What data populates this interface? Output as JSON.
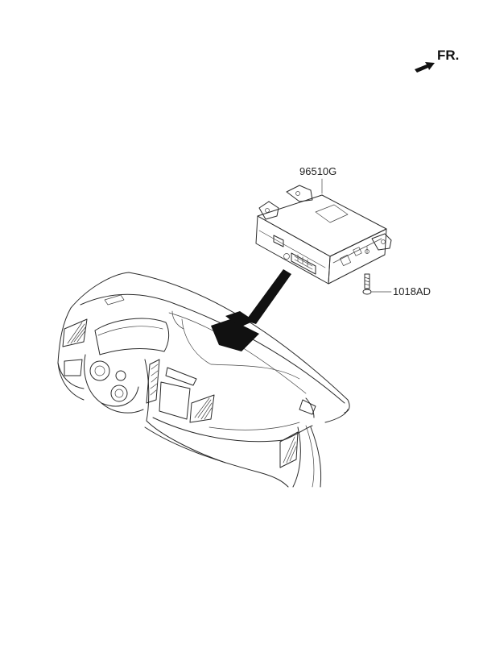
{
  "orientation": {
    "label": "FR."
  },
  "parts": [
    {
      "part_number": "96510G",
      "description_icon": "control-module-icon"
    },
    {
      "part_number": "1018AD",
      "description_icon": "bolt-icon"
    }
  ],
  "icons": {
    "direction": "front-arrow-icon",
    "dashboard": "dashboard-icon",
    "location_marker": "location-marker-icon"
  }
}
